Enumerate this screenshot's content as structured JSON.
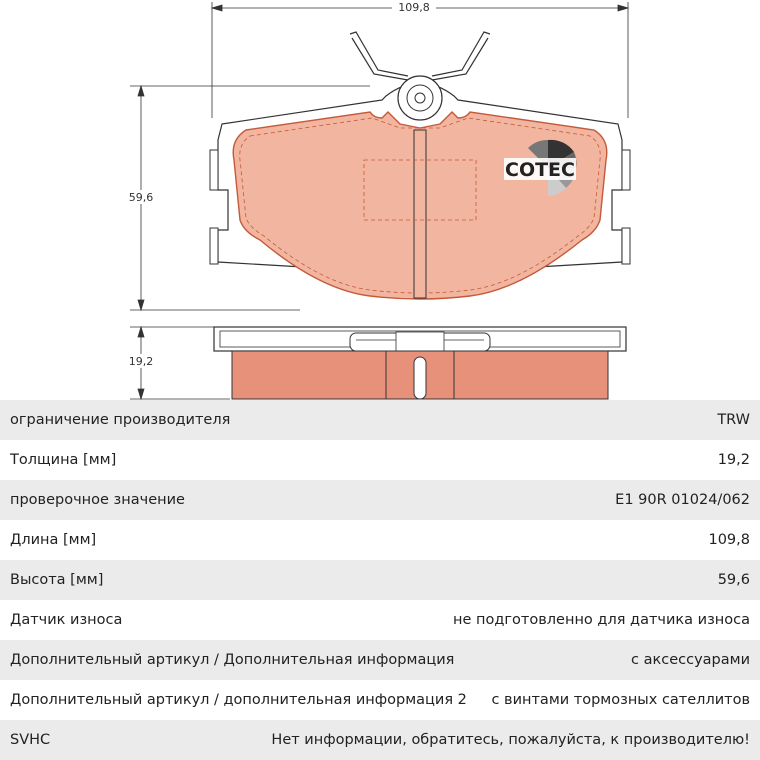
{
  "drawing": {
    "dimensions": {
      "width_mm": "109,8",
      "height_mm": "59,6",
      "thickness_mm": "19,2"
    },
    "logo_text": "COTEC",
    "colors": {
      "friction_material": "#f2b5a0",
      "friction_outline": "#c45a3a",
      "side_view_fill": "#e8917a",
      "line": "#333333"
    }
  },
  "specs": [
    {
      "label": "ограничение производителя",
      "value": "TRW"
    },
    {
      "label": "Толщина [мм]",
      "value": "19,2"
    },
    {
      "label": "проверочное значение",
      "value": "E1 90R 01024/062"
    },
    {
      "label": "Длина [мм]",
      "value": "109,8"
    },
    {
      "label": "Высота [мм]",
      "value": "59,6"
    },
    {
      "label": "Датчик износа",
      "value": "не подготовленно для датчика износа"
    },
    {
      "label": "Дополнительный артикул / Дополнительная информация",
      "value": "с аксессуарами"
    },
    {
      "label": "Дополнительный артикул / дополнительная информация 2",
      "value": "с винтами тормозных сателлитов"
    },
    {
      "label": "SVHC",
      "value": "Нет информации, обратитесь, пожалуйста, к производителю!"
    }
  ]
}
